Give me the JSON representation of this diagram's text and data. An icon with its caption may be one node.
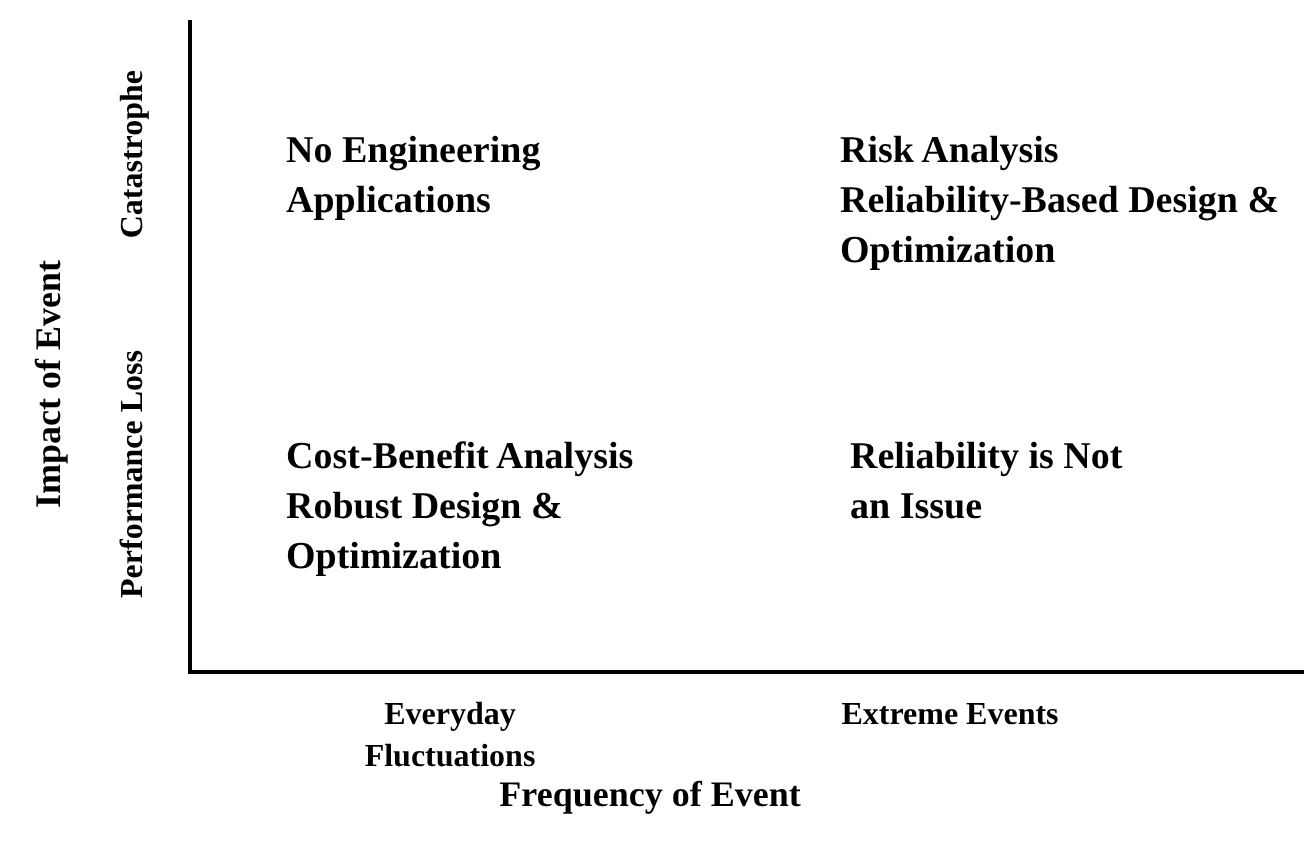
{
  "diagram": {
    "labels": [
      "Impact of Event",
      "Catastrophe",
      "Performance Loss",
      "No Engineering Applications",
      "Risk Analysis",
      "Reliability-Based Design & Optimization",
      "Cost-Benefit Analysis",
      "Robust Design & Optimization",
      "Reliability is Not an Issue",
      "Everyday Fluctuations",
      "Extreme Events",
      "Frequency of Event"
    ]
  }
}
